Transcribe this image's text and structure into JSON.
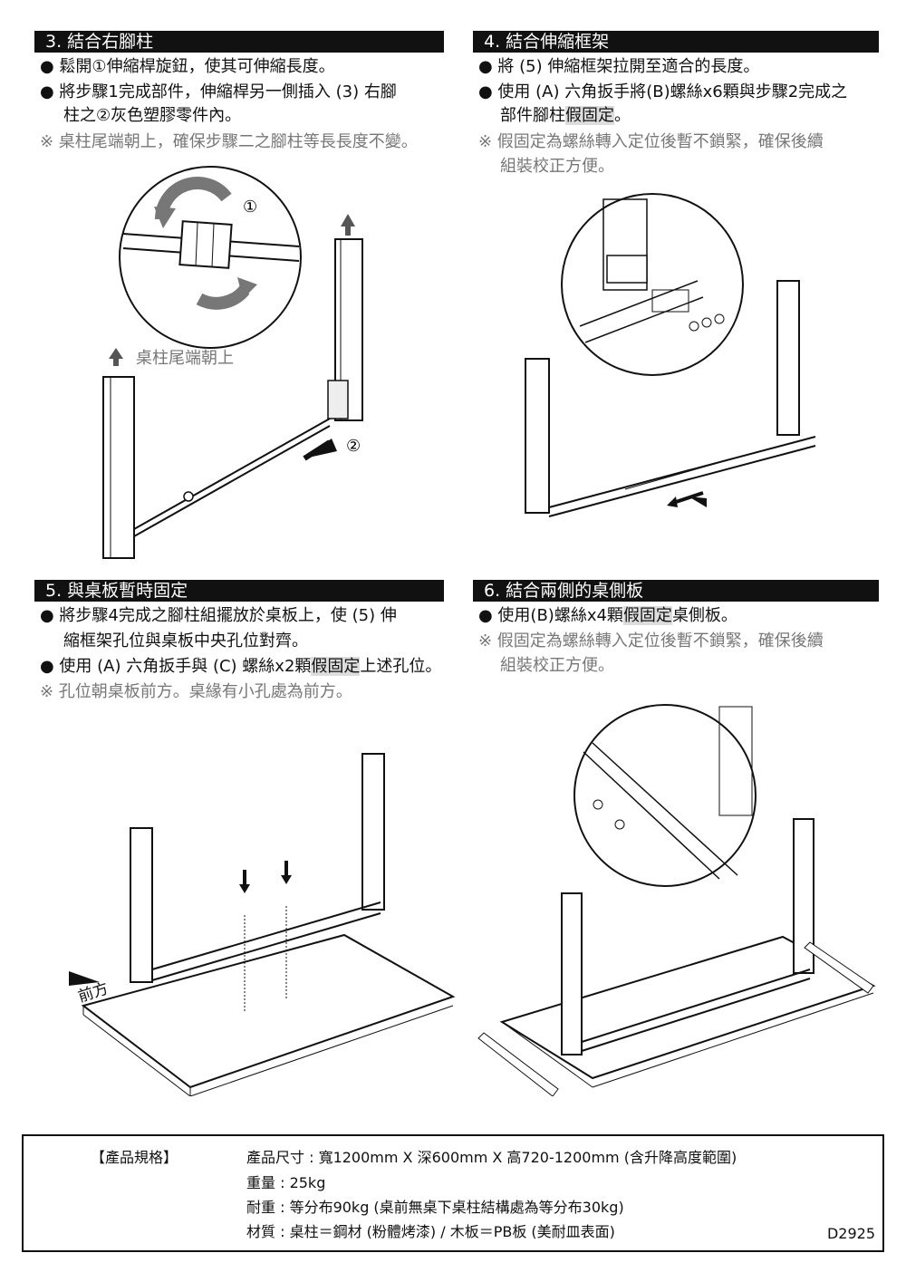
{
  "step3": {
    "title": "3. 結合右腳柱",
    "b1": "● 鬆開①伸縮桿旋鈕，使其可伸縮長度。",
    "b2a": "● 將步驟1完成部件，伸縮桿另一側插入 (3) 右腳",
    "b2b": "柱之②灰色塑膠零件內。",
    "note": "※ 桌柱尾端朝上，確保步驟二之腳柱等長長度不變。",
    "fig_label": "桌柱尾端朝上",
    "circ1": "①",
    "circ2": "②"
  },
  "step4": {
    "title": "4. 結合伸縮框架",
    "b1": "● 將 (5) 伸縮框架拉開至適合的長度。",
    "b2a": "● 使用 (A) 六角扳手將(B)螺絲x6顆與步驟2完成之",
    "b2b_pre": "部件腳柱",
    "b2b_hl": "假固定",
    "b2b_post": "。",
    "note1": "※ 假固定為螺絲轉入定位後暫不鎖緊，確保後續",
    "note2": "組裝校正方便。"
  },
  "step5": {
    "title": "5. 與桌板暫時固定",
    "b1a": "● 將步驟4完成之腳柱組擺放於桌板上，使 (5) 伸",
    "b1b": "縮框架孔位與桌板中央孔位對齊。",
    "b2_pre": "● 使用 (A) 六角扳手與 (C) 螺絲x2顆",
    "b2_hl": "假固定",
    "b2_post": "上述孔位。",
    "note": "※ 孔位朝桌板前方。桌緣有小孔處為前方。",
    "front": "前方"
  },
  "step6": {
    "title": "6. 結合兩側的桌側板",
    "b1_pre": "● 使用(B)螺絲x4顆",
    "b1_hl": "假固定",
    "b1_post": "桌側板。",
    "note1": "※ 假固定為螺絲轉入定位後暫不鎖緊，確保後續",
    "note2": "組裝校正方便。"
  },
  "spec": {
    "label": "【產品規格】",
    "size": "產品尺寸 : 寬1200mm X 深600mm X 高720-1200mm (含升降高度範圍)",
    "weight": "重量 : 25kg",
    "load": "耐重 : 等分布90kg (桌前無桌下桌柱結構處為等分布30kg)",
    "material": "材質 : 桌柱＝鋼材 (粉體烤漆) / 木板＝PB板 (美耐皿表面)",
    "code": "D2925"
  }
}
